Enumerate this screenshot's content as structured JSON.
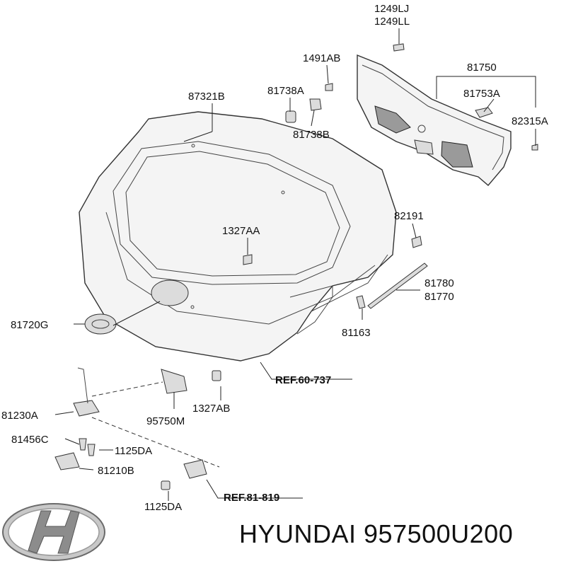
{
  "labels": {
    "p1249lj": "1249LJ",
    "p1249ll": "1249LL",
    "p1491ab": "1491AB",
    "p81750": "81750",
    "p87321b": "87321B",
    "p81738a": "81738A",
    "p81753a": "81753A",
    "p81738b": "81738B",
    "p82315a": "82315A",
    "p82191": "82191",
    "p1327aa": "1327AA",
    "p81780": "81780",
    "p81770": "81770",
    "p81720g": "81720G",
    "p81163": "81163",
    "ref60737": "REF.60-737",
    "p81230a": "81230A",
    "p1327ab": "1327AB",
    "p95750m": "95750M",
    "p81456c": "81456C",
    "p1125da_1": "1125DA",
    "p81210b": "81210B",
    "ref81819": "REF.81-819",
    "p1125da_2": "1125DA"
  },
  "footer": {
    "brand_text": "HYUNDAI 957500U200"
  },
  "icons": {
    "logo": "hyundai-logo-icon"
  }
}
